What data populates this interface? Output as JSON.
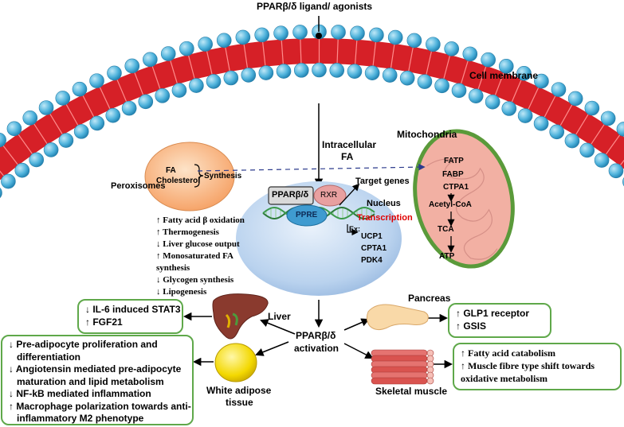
{
  "ligand": "PPARβ/δ ligand/ agonists",
  "cell_membrane": "Cell membrane",
  "intracellular_fa": [
    "Intracellular",
    "FA"
  ],
  "mitochondria": {
    "title": "Mitochondria",
    "steps": [
      "FATP",
      "FABP",
      "CTPA1",
      "Acetyl-CoA",
      "TCA",
      "ATP"
    ]
  },
  "peroxisomes": {
    "title": "Peroxisomes",
    "items": [
      "FA",
      "Cholesterol"
    ],
    "synthesis": "Synthesis"
  },
  "nucleus": {
    "title": "Nucleus",
    "ppar": "PPARβ/δ",
    "rxr": "RXR",
    "ppre": "PPRE",
    "target_genes": "Target genes",
    "transcription": "Transcription",
    "ex_label": "Ex:",
    "genes": [
      "UCP1",
      "CPTA1",
      "PDK4"
    ]
  },
  "effects": [
    "↑ Fatty acid β oxidation",
    "↑ Thermogenesis",
    "↓ Liver glucose output",
    "↑ Monosaturated FA",
    "synthesis",
    "↓ Glycogen synthesis",
    "↓ Lipogenesis"
  ],
  "activation": [
    "PPARβ/δ",
    "activation"
  ],
  "liver": {
    "title": "Liver",
    "items": [
      "↓ IL-6 induced STAT3",
      "↑ FGF21"
    ]
  },
  "white_adipose": {
    "title": [
      "White adipose",
      "tissue"
    ],
    "items": [
      "↓ Pre-adipocyte proliferation and",
      "differentiation",
      "↓ Angiotensin mediated pre-adipocyte",
      "maturation and lipid metabolism",
      "↓ NF-kB mediated inflammation",
      "↑ Macrophage polarization towards anti-",
      "inflammatory M2 phenotype"
    ]
  },
  "pancreas": {
    "title": "Pancreas",
    "items": [
      "↑ GLP1 receptor",
      "↑ GSIS"
    ]
  },
  "skeletal_muscle": {
    "title": "Skeletal muscle",
    "items": [
      "↑ Fatty acid catabolism",
      "↑ Muscle fibre type shift towards",
      "oxidative metabolism"
    ]
  },
  "colors": {
    "membrane_tail": "#d62027",
    "membrane_head": "#4fb3dc",
    "mitochondria": "#f2b0a3",
    "mito_border": "#5a9a3a",
    "peroxisome": "#f9c08f",
    "nucleus": "#b9d2ee",
    "box_border": "#5fa84a",
    "transcription": "#e00000"
  }
}
